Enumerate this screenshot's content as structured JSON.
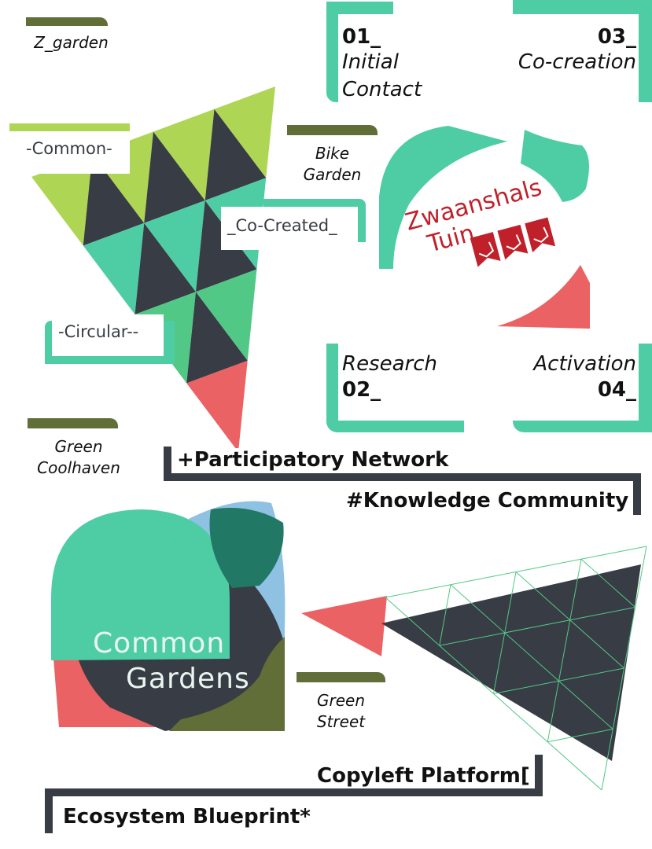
{
  "colors": {
    "teal": "#4ecda4",
    "lime": "#aed654",
    "dark": "#383c44",
    "green": "#52c887",
    "red": "#eb6264",
    "olive": "#616e38",
    "blue": "#8fc1e3",
    "deep_teal": "#217864",
    "logo_red": "#c0202a"
  },
  "places": {
    "z_garden": "Z_garden",
    "bike_garden": [
      "Bike",
      "Garden"
    ],
    "green_coolhaven": [
      "Green",
      "Coolhaven"
    ],
    "green_street": [
      "Green",
      "Street"
    ]
  },
  "triangle_labels": {
    "common": "-Common-",
    "co_created": "_Co-Created_",
    "circular": "-Circular--"
  },
  "steps": [
    {
      "num": "01_",
      "name": [
        "Initial",
        "Contact"
      ]
    },
    {
      "num": "02_",
      "name": [
        "Research"
      ]
    },
    {
      "num": "03_",
      "name": [
        "Co-creation"
      ]
    },
    {
      "num": "04_",
      "name": [
        "Activation"
      ]
    }
  ],
  "logo": {
    "line1": "Zwaanshals",
    "line2": "Tuin"
  },
  "headings": {
    "participatory": "+Participatory Network",
    "knowledge": "#Knowledge Community",
    "copyleft": "Copyleft Platform[",
    "ecosystem": "Ecosystem Blueprint*"
  },
  "common_gardens": {
    "line1": "Common",
    "line2": "Gardens"
  }
}
